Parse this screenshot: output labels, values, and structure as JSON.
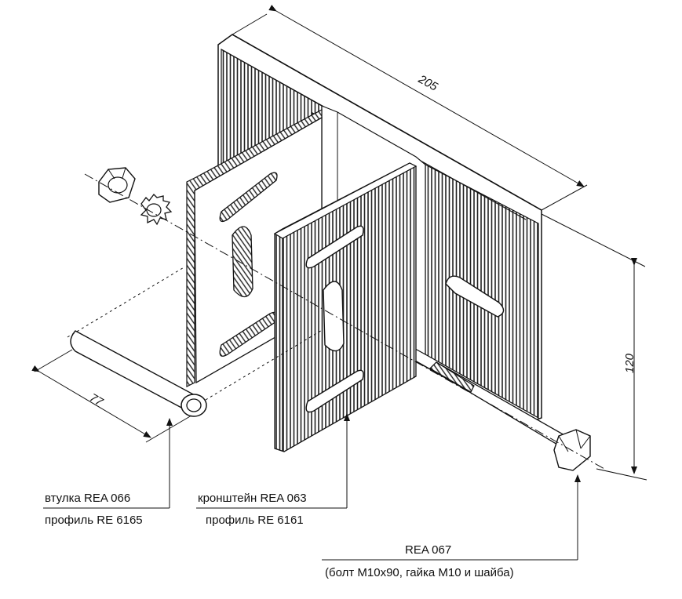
{
  "dimensions": {
    "length": "205",
    "height": "120",
    "sleeve_length": "77"
  },
  "labels": {
    "sleeve_part": "втулка REA 066",
    "sleeve_profile": "профиль RE 6165",
    "bracket_part": "кронштейн REA 063",
    "bracket_profile": "профиль RE 6161",
    "bolt_part": "REA 067",
    "bolt_desc": "(болт M10x90, гайка M10 и шайба)"
  },
  "colors": {
    "line": "#111111",
    "hatch": "#333333",
    "background": "#ffffff"
  }
}
